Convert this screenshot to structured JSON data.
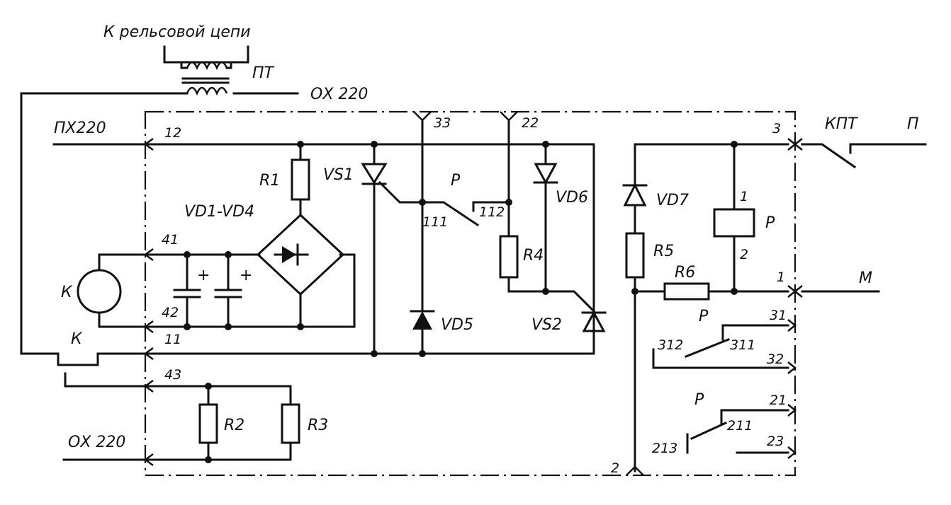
{
  "labels": {
    "top_caption": "К рельсовой цепи",
    "pt": "ПТ",
    "ox220_top": "ОХ 220",
    "px220": "ПХ220",
    "ox220_bottom": "ОХ 220",
    "kpt": "КПТ",
    "p": "П",
    "m": "М",
    "k_meter": "К",
    "k_contact": "К",
    "r1": "R1",
    "r2": "R2",
    "r3": "R3",
    "r4": "R4",
    "r5": "R5",
    "r6": "R6",
    "bridge": "VD1-VD4",
    "vs1": "VS1",
    "vs2": "VS2",
    "vd5": "VD5",
    "vd6": "VD6",
    "vd7": "VD7",
    "relay_coil": "Р",
    "relay_contact_a": "Р",
    "relay_contact_b": "Р",
    "relay_contact_c": "Р",
    "cap_plus_1": "+",
    "cap_plus_2": "+"
  },
  "pins": {
    "p12": "12",
    "p41": "41",
    "p42": "42",
    "p11": "11",
    "p43": "43",
    "p33": "33",
    "p22": "22",
    "p111": "111",
    "p112": "112",
    "p3": "3",
    "p1": "1",
    "p2": "2",
    "coil1": "1",
    "coil2": "2",
    "p31": "31",
    "p312": "312",
    "p311": "311",
    "p32": "32",
    "p21": "21",
    "p211": "211",
    "p213": "213",
    "p23": "23"
  }
}
